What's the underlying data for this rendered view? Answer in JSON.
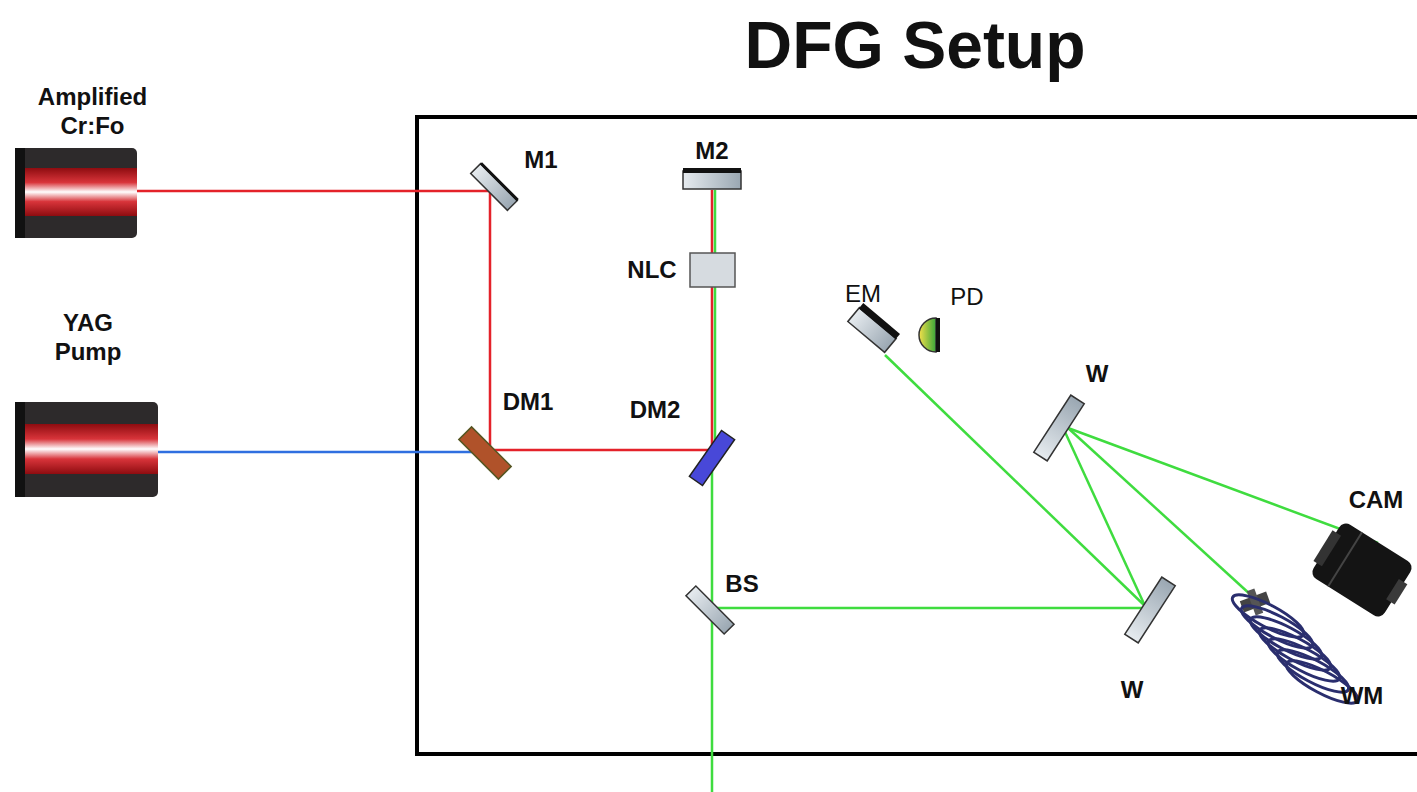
{
  "diagram": {
    "title": "DFG Setup",
    "nodes": [
      {
        "text": [
          "Amplified Cr:Fo"
        ]
      },
      {
        "text": [
          "YAG Pump"
        ]
      }
    ],
    "labels": [
      "M1",
      "M2",
      "NLC",
      "EM",
      "PD",
      "W",
      "DM1",
      "DM2",
      "BS",
      "W",
      "CAM",
      "WM"
    ]
  }
}
